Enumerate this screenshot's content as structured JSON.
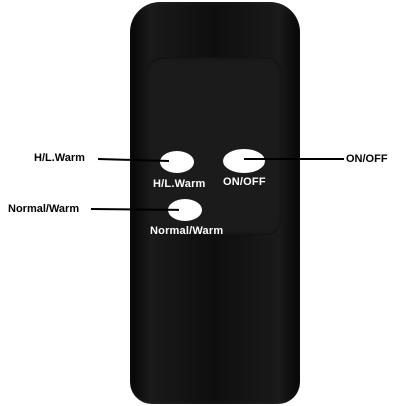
{
  "remote": {
    "buttons": {
      "hl_warm": {
        "label": "H/L.Warm"
      },
      "on_off": {
        "label": "ON/OFF"
      },
      "normal_warm": {
        "label": "Normal/Warm"
      }
    }
  },
  "callouts": {
    "hl_warm": "H/L.Warm",
    "on_off": "ON/OFF",
    "normal_warm": "Normal/Warm"
  },
  "colors": {
    "remote_body": "#0e0e0e",
    "button": "#ffffff",
    "callout_text": "#000000"
  }
}
